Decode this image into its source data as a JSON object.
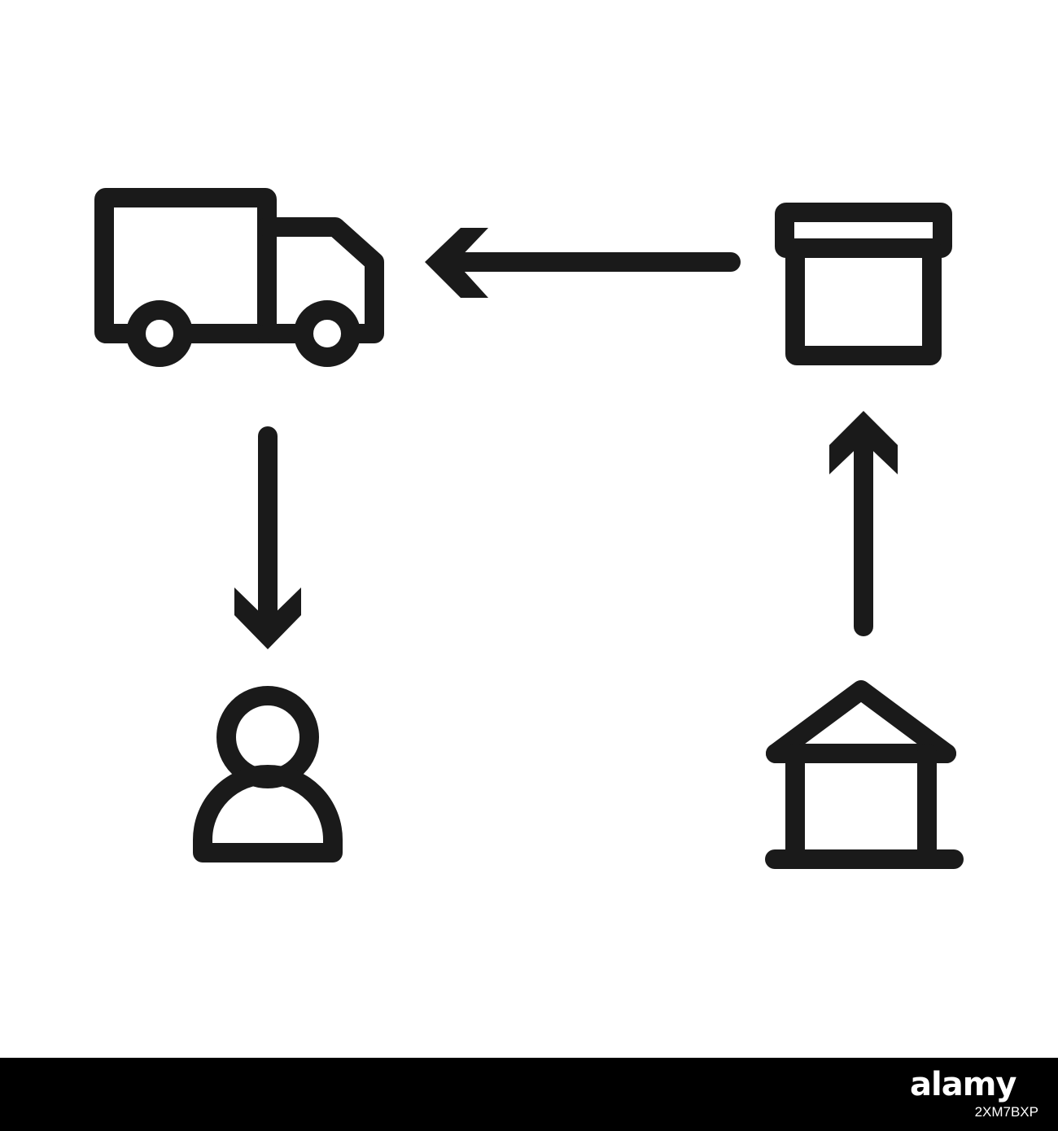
{
  "diagram": {
    "nodes": [
      {
        "id": "truck",
        "icon": "delivery-truck-icon"
      },
      {
        "id": "box",
        "icon": "package-box-icon"
      },
      {
        "id": "user",
        "icon": "person-icon"
      },
      {
        "id": "house",
        "icon": "warehouse-icon"
      }
    ],
    "edges": [
      {
        "from": "box",
        "to": "truck",
        "direction": "left"
      },
      {
        "from": "truck",
        "to": "user",
        "direction": "down"
      },
      {
        "from": "house",
        "to": "box",
        "direction": "up"
      }
    ]
  },
  "colors": {
    "stroke": "#1a1a1a",
    "background": "#ffffff",
    "footer": "#000000",
    "footer_text": "#ffffff"
  },
  "footer": {
    "brand": "alamy",
    "image_id": "2XM7BXP"
  }
}
